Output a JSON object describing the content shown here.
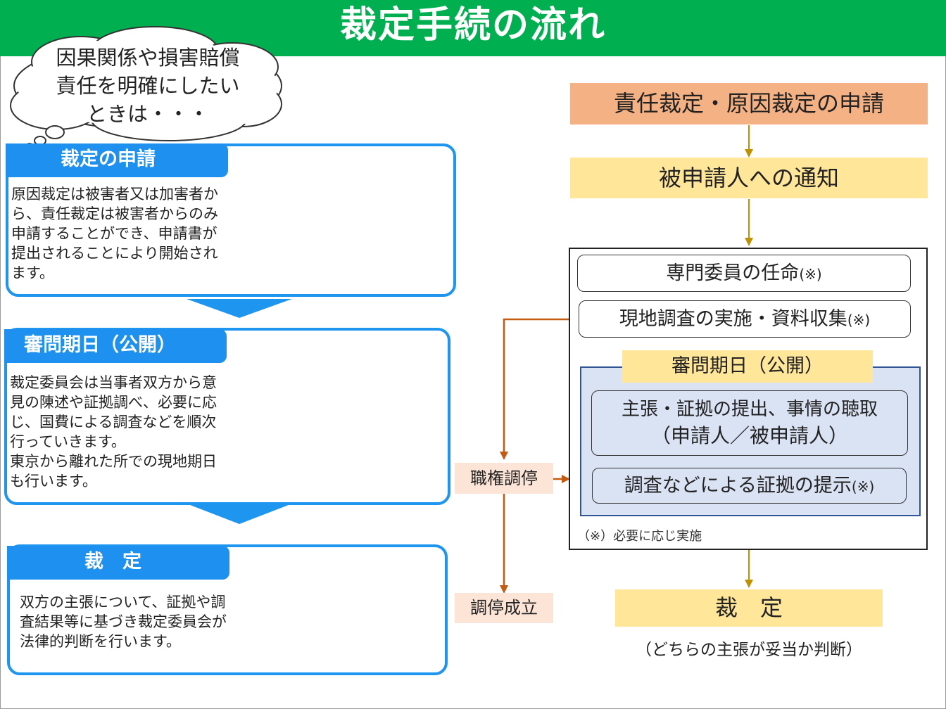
{
  "header": {
    "title": "裁定手続の流れ"
  },
  "cloud": {
    "text": "因果関係や損害賠償\n責任を明確にしたい\nときは・・・"
  },
  "left_steps": [
    {
      "title": "裁定の申請",
      "body": "原因裁定は被害者又は加害者か\nら、責任裁定は被害者からのみ\n申請することができ、申請書が\n提出されることにより開始され\nます。"
    },
    {
      "title": "審問期日（公開）",
      "body": "裁定委員会は当事者双方から意\n見の陳述や証拠調べ、必要に応\nじ、国費による調査などを順次\n行っていきます。\n東京から離れた所での現地期日\nも行います。"
    },
    {
      "title": "裁　定",
      "body": "双方の主張について、証拠や調\n査結果等に基づき裁定委員会が\n法律的判断を行います。"
    }
  ],
  "flow": {
    "application": "責任裁定・原因裁定の申請",
    "notice": "被申請人への通知",
    "appoint": "専門委員の任命",
    "survey": "現地調査の実施・資料収集",
    "mark": "(※)",
    "hearing_label": "審問期日（公開）",
    "hearing_item1_line1": "主張・証拠の提出、事情の聴取",
    "hearing_item1_line2": "（申請人／被申請人）",
    "hearing_item2": "調査などによる証拠の提示",
    "note": "（※）必要に応じ実施",
    "decision": "裁　定",
    "decision_note": "（どちらの主張が妥当か判断）"
  },
  "mediation": {
    "ex_officio": "職権調停",
    "success": "調停成立"
  },
  "colors": {
    "header_green": "#00b050",
    "panel_blue": "#1e96f0",
    "salmon": "#f4b183",
    "yellow": "#ffe699",
    "light_blue": "#dae3f3",
    "peach": "#fce4d6",
    "arrow_gold": "#bf9000",
    "arrow_orange": "#c55a11"
  }
}
